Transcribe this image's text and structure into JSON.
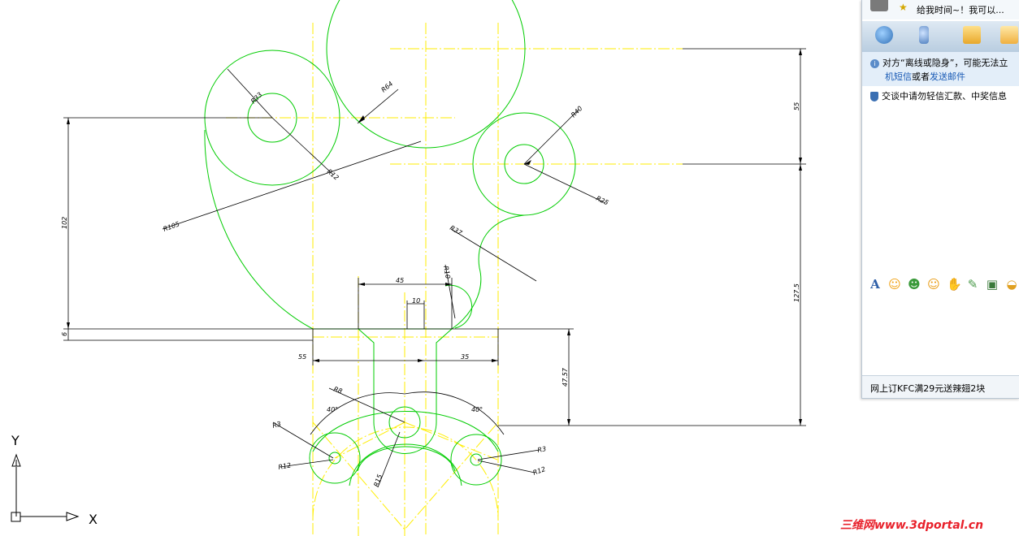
{
  "drawing": {
    "dimensions": {
      "d45": "45",
      "d10": "10",
      "d55": "55",
      "d35": "35",
      "d102": "102",
      "d6": "6",
      "d47_57": "47.57",
      "d55_right": "55",
      "d127_5": "127.5",
      "r64": "R64",
      "r33": "R33",
      "r12_top": "R12",
      "r105": "R105",
      "r40": "R40",
      "r25": "R25",
      "r37": "R37",
      "r10": "R10",
      "r8": "R8",
      "a40_left": "40°",
      "a40_right": "40°",
      "r3_left": "R3",
      "r12_left": "R12",
      "r3_right": "R3",
      "r12_right": "R12",
      "r15": "R15"
    },
    "ucs": {
      "y_label": "Y",
      "x_label": "X"
    },
    "colors": {
      "geometry": "#00cc00",
      "centerline": "#ffee00",
      "dimension": "#000000"
    }
  },
  "chat": {
    "message_preview": "给我时间~！我可以...",
    "notice_line1": "对方“离线或隐身”，可能无法立",
    "notice_link1": "机短信",
    "notice_mid": "或者",
    "notice_link2": "发送邮件",
    "warning": "交谈中请勿轻信汇款、中奖信息",
    "ad_text": "网上订KFC满29元送辣翅2块",
    "toolbar_icons": [
      "webcam-icon",
      "microphone-icon",
      "folder-icon",
      "mail-icon"
    ],
    "emoticon_icons": [
      "font-icon",
      "smiley-icon",
      "magic-face-icon",
      "wink-icon",
      "thumbs-up-icon",
      "scribble-icon",
      "picture-icon"
    ]
  },
  "watermark": "三维网www.3dportal.cn"
}
